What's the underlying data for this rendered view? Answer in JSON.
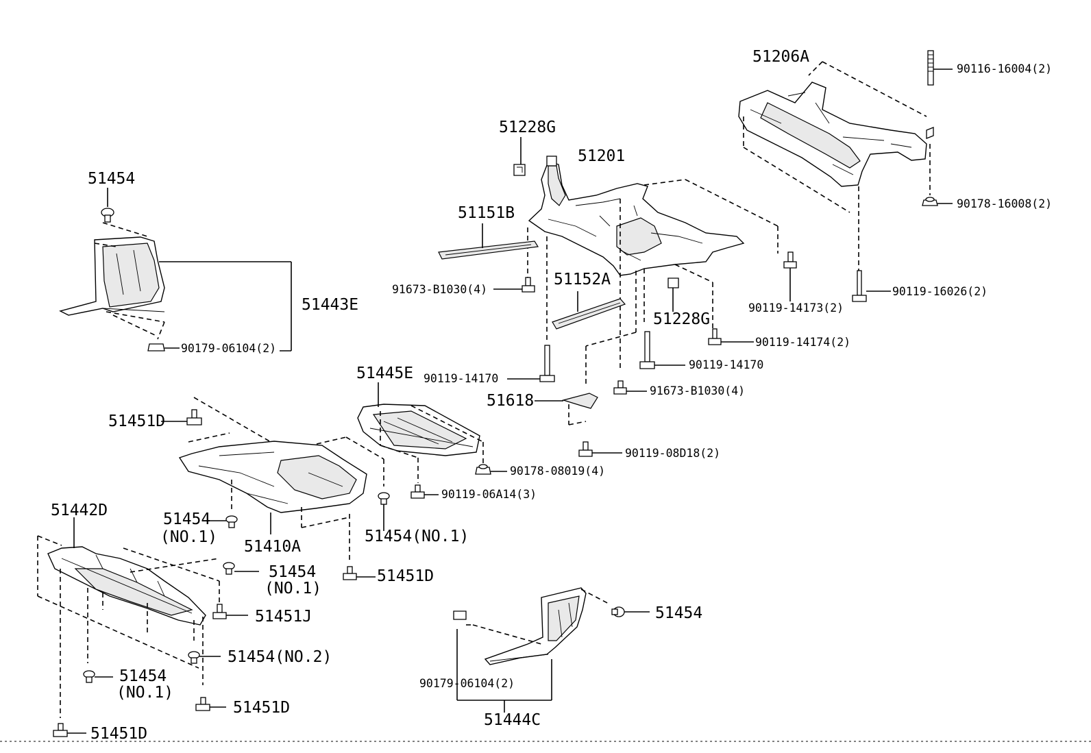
{
  "labels": {
    "p51206A": "51206A",
    "p90116_16004": "90116-16004(2)",
    "p90178_16008": "90178-16008(2)",
    "p90119_16026": "90119-16026(2)",
    "p51228G_top": "51228G",
    "p51201": "51201",
    "p51151B": "51151B",
    "p91673_B1030_a": "91673-B1030(4)",
    "p51152A": "51152A",
    "p51228G_mid": "51228G",
    "p90119_14173": "90119-14173(2)",
    "p90119_14174": "90119-14174(2)",
    "p90119_14170_r": "90119-14170",
    "p91673_B1030_b": "91673-B1030(4)",
    "p90119_14170_l": "90119-14170",
    "p51618": "51618",
    "p90119_08D18": "90119-08D18(2)",
    "p51454_tl": "51454",
    "p51443E": "51443E",
    "p90179_06104_a": "90179-06104(2)",
    "p51445E": "51445E",
    "p90178_08019": "90178-08019(4)",
    "p90119_06A14": "90119-06A14(3)",
    "p51451D_a": "51451D",
    "p51454_no1_a": "51454",
    "p51454_no1_a2": "(NO.1)",
    "p51410A": "51410A",
    "p51454_no1_b": "51454(NO.1)",
    "p51451D_b": "51451D",
    "p51442D": "51442D",
    "p51454_no1_c": "51454",
    "p51454_no1_c2": "(NO.1)",
    "p51451J": "51451J",
    "p51454_no2": "51454(NO.2)",
    "p51454_no1_d": "51454",
    "p51454_no1_d2": "(NO.1)",
    "p51451D_c": "51451D",
    "p51451D_d": "51451D",
    "p51454_r": "51454",
    "p90179_06104_b": "90179-06104(2)",
    "p51444C": "51444C"
  }
}
